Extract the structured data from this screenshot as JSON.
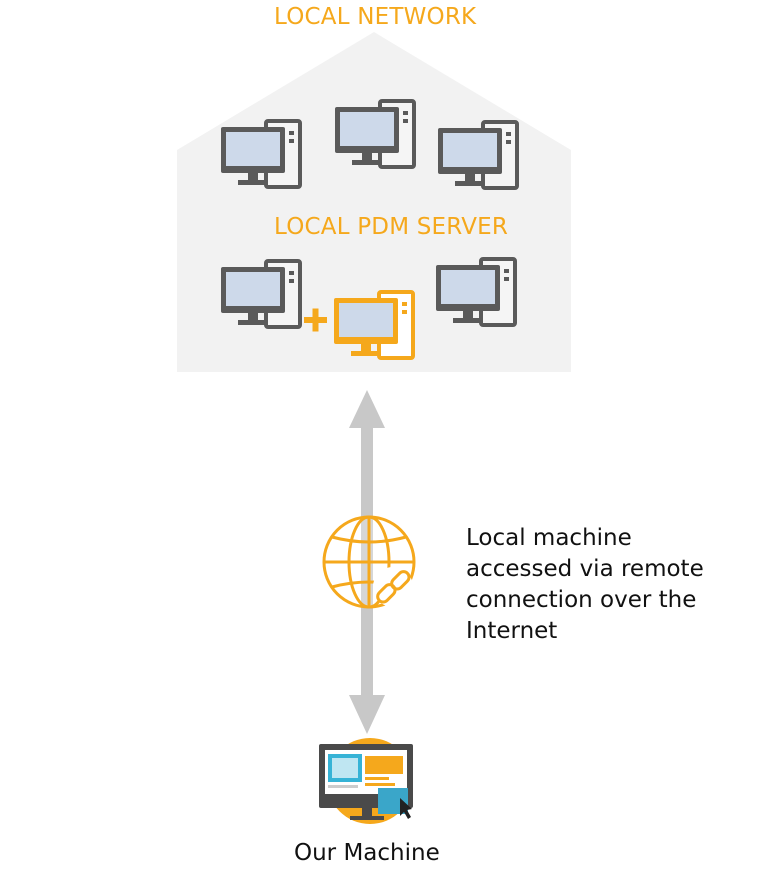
{
  "network": {
    "title": "LOCAL NETWORK",
    "server_title": "LOCAL PDM SERVER"
  },
  "connection": {
    "caption_lines": [
      "Local machine",
      "accessed via remote",
      "connection over the",
      "Internet"
    ]
  },
  "client": {
    "label": "Our Machine"
  },
  "colors": {
    "accent": "#f5a81c",
    "house_fill": "#f2f2f2",
    "computer_gray": "#5a5a5a",
    "screen_fill": "#cdd9ea",
    "arrow_gray": "#c8c8c8"
  },
  "icons": {
    "workstation": "desktop-computer-icon",
    "server": "server-computer-icon",
    "globe": "globe-link-icon",
    "client": "remote-desktop-icon"
  }
}
